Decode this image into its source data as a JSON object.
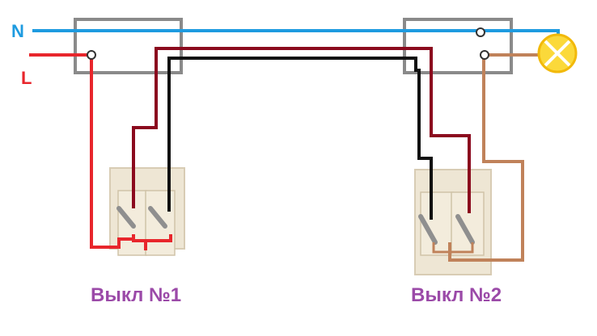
{
  "labels": {
    "neutral": "N",
    "line": "L",
    "switch1": "Выкл №1",
    "switch2": "Выкл №2"
  },
  "colors": {
    "neutral_wire": "#1e9be0",
    "line_wire": "#e8262c",
    "traveler_wire_1": "#8b0a1e",
    "traveler_wire_2": "#111111",
    "lamp_wire": "#c0825a",
    "junction_box_border": "#8a8a8a",
    "switch_plate": "#eee6d4",
    "lamp_fill": "#fbd93a",
    "label_text": "#9b4aa8"
  },
  "icons": [
    "junction-box",
    "lamp-icon",
    "two-gang-switch"
  ]
}
